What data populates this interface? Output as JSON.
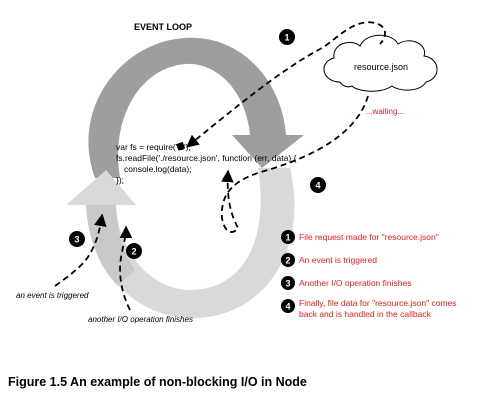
{
  "diagram": {
    "title": "EVENT LOOP",
    "code_lines": [
      "var fs = require('fs');",
      "fs.readFile('./resource.json', function (err, data) {",
      "console.log(data);",
      "});"
    ],
    "cloud_label": "resource.json",
    "waiting_label": "...waiting...",
    "side_labels": {
      "event_triggered": "an event is triggered",
      "io_finishes": "another I/O operation finishes"
    },
    "badges": [
      "1",
      "2",
      "3",
      "4"
    ],
    "legend": [
      {
        "number": "1",
        "text_lines": [
          "File request made for \"resource.json\""
        ]
      },
      {
        "number": "2",
        "text_lines": [
          "An event is triggered"
        ]
      },
      {
        "number": "3",
        "text_lines": [
          "Another I/O operation finishes"
        ]
      },
      {
        "number": "4",
        "text_lines": [
          "Finally, file data for \"resource.json\" comes",
          "back and is handled in the callback"
        ]
      }
    ],
    "colors": {
      "arrow_dark": "#9e9e9e",
      "arrow_light": "#d9d9d9",
      "accent_red": "#e8201a",
      "badge": "#000000"
    }
  },
  "caption": "Figure 1.5 An example of non-blocking I/O in Node"
}
